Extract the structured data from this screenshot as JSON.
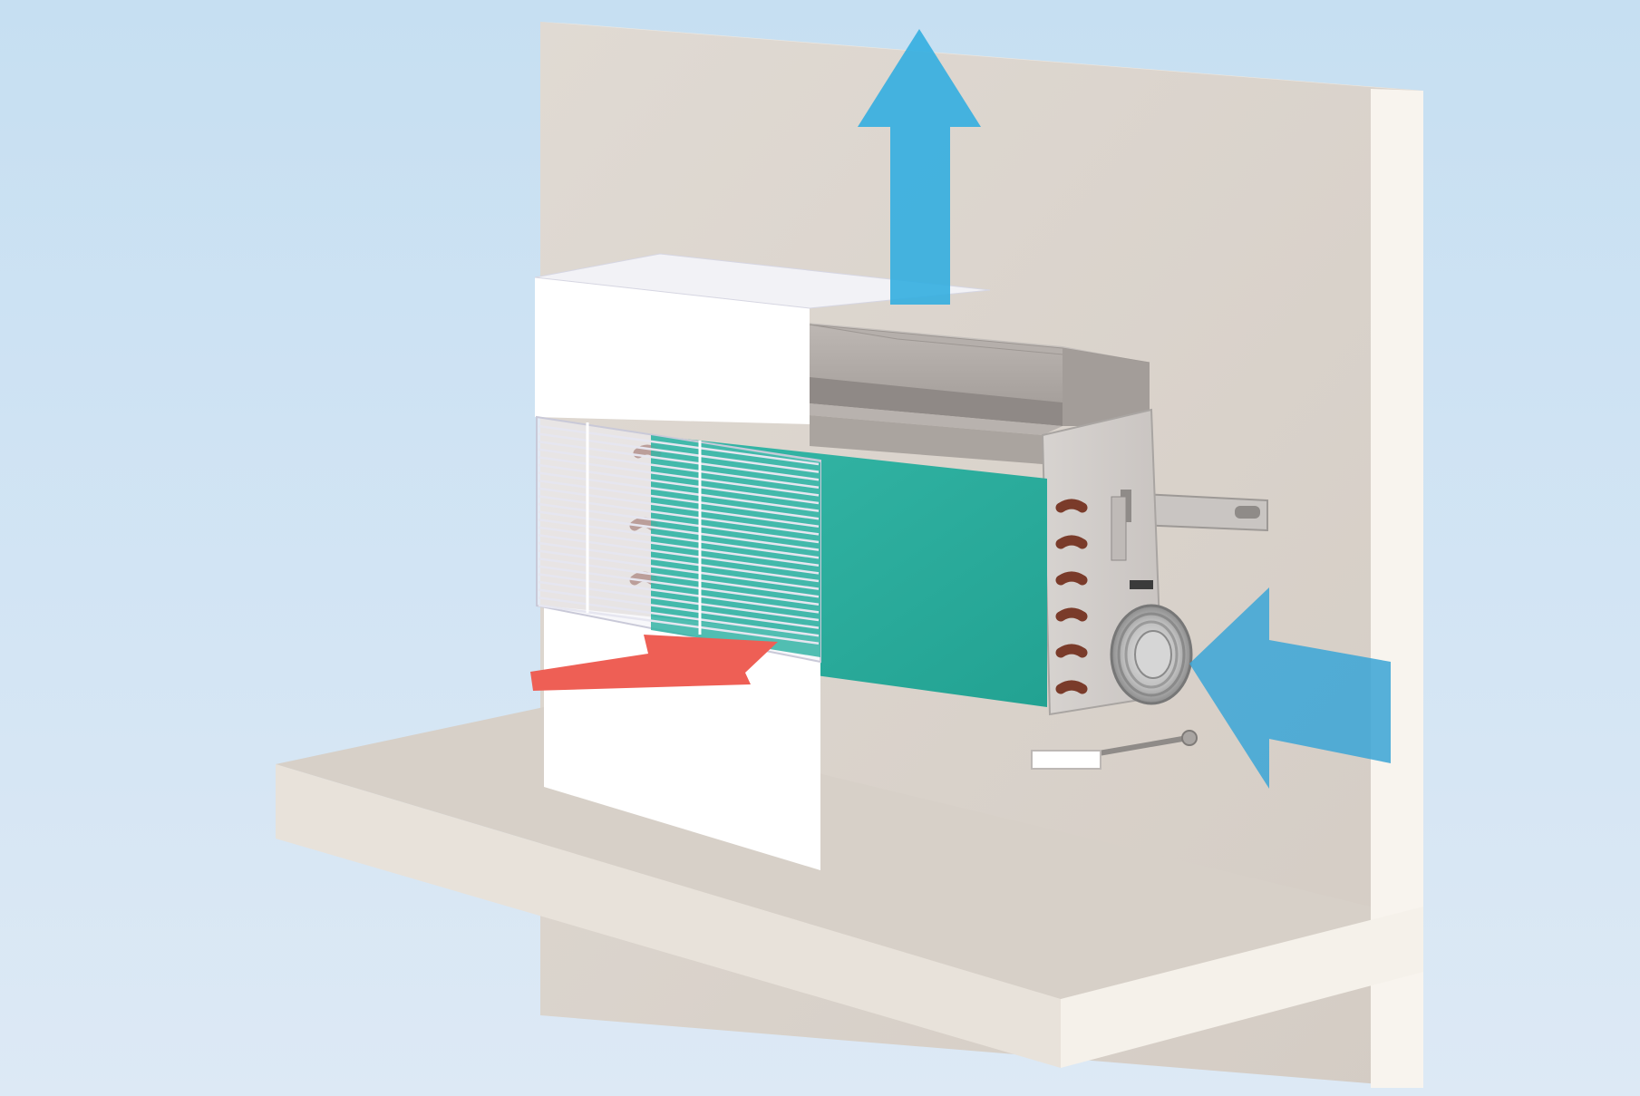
{
  "colors": {
    "background_top": "#c6dff2",
    "background_bottom": "#dde9f5",
    "wall_face": "#ddd6cf",
    "wall_edge": "#f8f4ee",
    "floor_top": "#d7d0c8",
    "floor_front": "#e8e2da",
    "floor_side": "#f5f1ea",
    "cover_white": "#ffffff",
    "unit_grey": "#aba5a2",
    "unit_dark": "#8f8986",
    "coil_teal": "#2aaf9f",
    "pipe_copper": "#7a3b2a",
    "arrow_supply_air": "#33aee0",
    "arrow_return_air": "#ee5f55",
    "arrow_fresh_air": "#3fa6d6"
  },
  "icons": {
    "supply_air_arrow": "arrow-up",
    "return_air_arrow": "arrow-right",
    "fresh_air_arrow": "arrow-left"
  }
}
